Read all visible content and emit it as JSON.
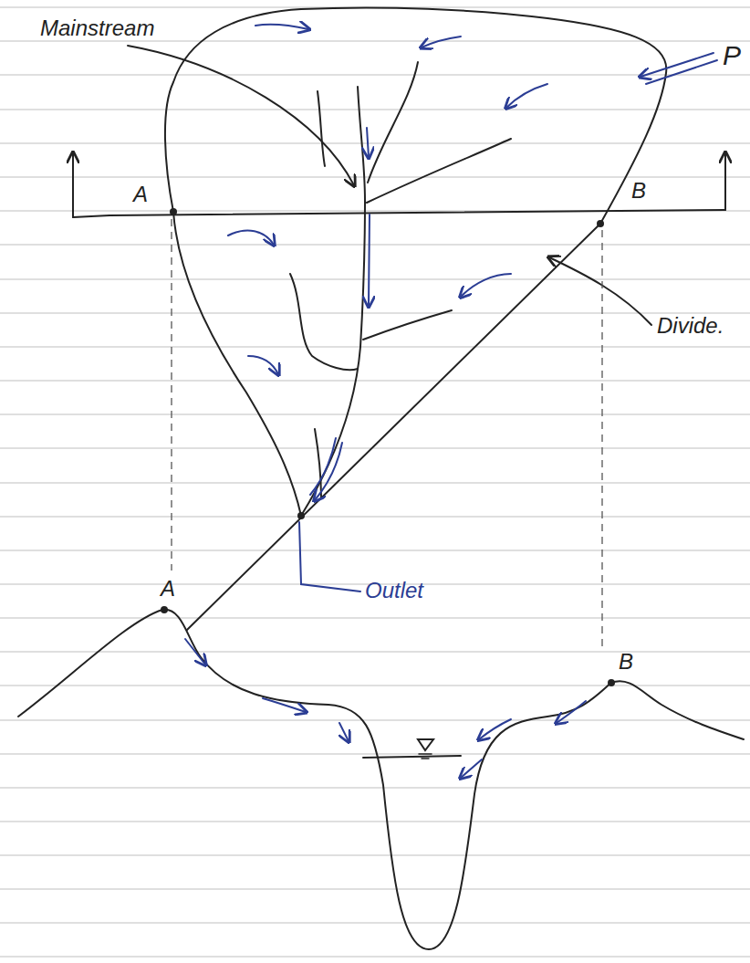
{
  "diagram": {
    "labels": [
      "Mainstream",
      "P",
      "A",
      "B",
      "Divide.",
      "Outlet",
      "A",
      "B"
    ]
  }
}
